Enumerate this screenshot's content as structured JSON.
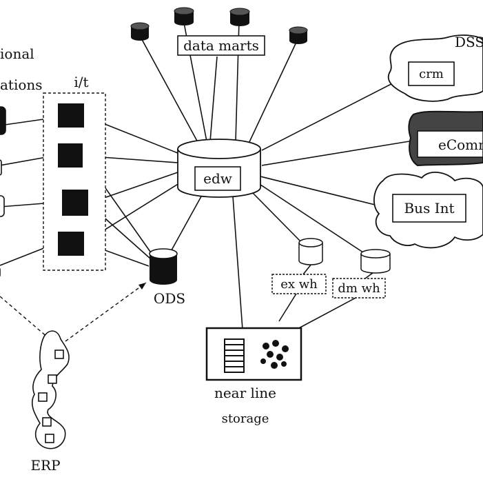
{
  "labels": {
    "operational": "ional",
    "applications": "ations",
    "interface": "i/t",
    "data_marts": "data marts",
    "dss": "DSS",
    "crm": "crm",
    "ecommerce": "eComm",
    "edw": "edw",
    "bus_int": "Bus Int",
    "ods": "ODS",
    "ex_wh": "ex wh",
    "dm_wh": "dm wh",
    "near_line_1": "near line",
    "near_line_2": "storage",
    "erp": "ERP"
  }
}
